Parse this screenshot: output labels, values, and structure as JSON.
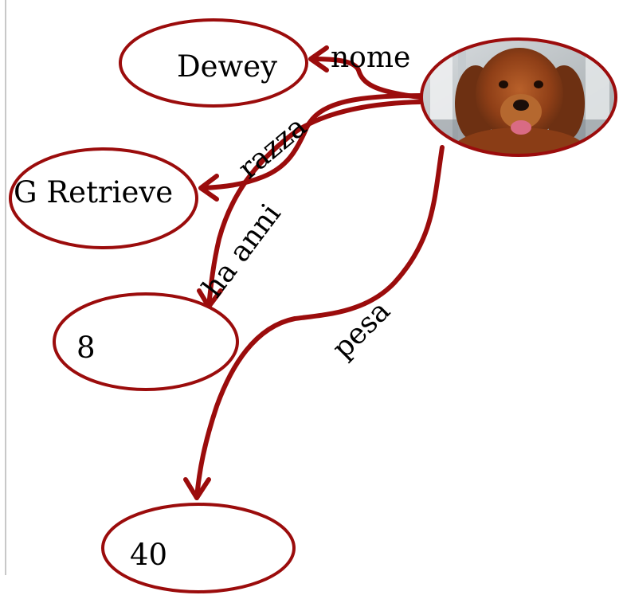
{
  "colors": {
    "accent": "#9b0c0c",
    "background": "#ffffff",
    "text": "#000000"
  },
  "subject": {
    "image": "golden-retriever-dog-photo"
  },
  "nodes": [
    {
      "label": "Dewey"
    },
    {
      "label": "G Retrieve"
    },
    {
      "label": "8"
    },
    {
      "label": "40"
    }
  ],
  "edges": [
    {
      "label": "nome"
    },
    {
      "label": "razza"
    },
    {
      "label": "ha anni"
    },
    {
      "label": "pesa"
    }
  ]
}
